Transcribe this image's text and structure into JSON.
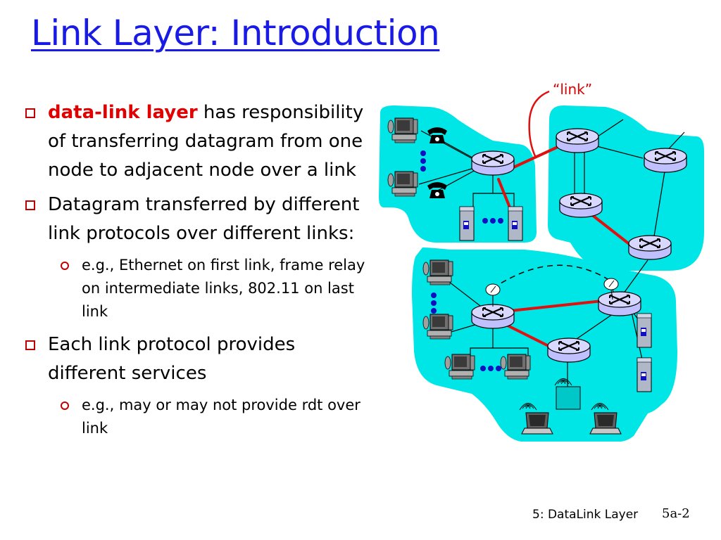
{
  "slide": {
    "title": "Link Layer: Introduction",
    "bullets": [
      {
        "highlight": "data-link layer",
        "text": " has responsibility of transferring datagram from one node to adjacent node over a link"
      },
      {
        "text": "Datagram transferred by different link protocols over different links:",
        "sub": [
          "e.g., Ethernet on first link, frame relay on intermediate links, 802.11 on last link"
        ]
      },
      {
        "text": "Each link protocol provides different services",
        "sub": [
          "e.g., may or may not provide rdt over link"
        ]
      }
    ],
    "footer_left": "5: DataLink Layer",
    "footer_right": "5a-2"
  },
  "diagram": {
    "link_label": "“link”",
    "colors": {
      "cloud": "#00e5e5",
      "link": "#e01010",
      "router": "#c0c0ff",
      "text_red": "#e00000"
    },
    "icons": [
      "router-icon",
      "computer-icon",
      "telephone-icon",
      "server-icon",
      "laptop-icon",
      "wireless-icon",
      "access-point-icon"
    ]
  }
}
